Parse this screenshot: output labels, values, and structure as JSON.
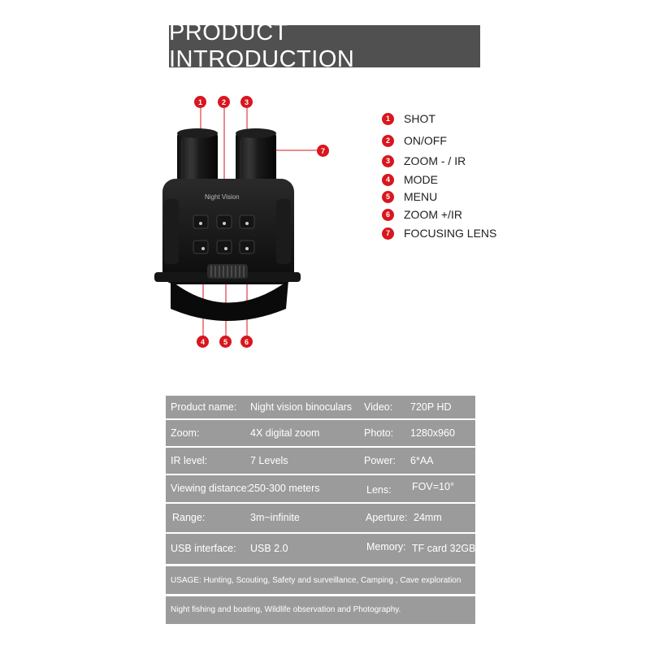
{
  "title": "PRODUCT INTRODUCTION",
  "device_label": "Night Vision",
  "callout_numbers": [
    "1",
    "2",
    "3",
    "4",
    "5",
    "6",
    "7"
  ],
  "legend": [
    {
      "num": "1",
      "label": "SHOT"
    },
    {
      "num": "2",
      "label": "ON/OFF"
    },
    {
      "num": "3",
      "label": "ZOOM - / IR"
    },
    {
      "num": "4",
      "label": "MODE"
    },
    {
      "num": "5",
      "label": "MENU"
    },
    {
      "num": "6",
      "label": "ZOOM +/IR"
    },
    {
      "num": "7",
      "label": "FOCUSING LENS"
    }
  ],
  "colors": {
    "accent_red": "#d9161e",
    "banner": "#505050",
    "spec_bg": "#9b9b9b"
  },
  "specs": [
    {
      "l1": "Product name:",
      "v1": "Night vision binoculars",
      "l2": "Video:",
      "v2": "720P HD"
    },
    {
      "l1": "Zoom:",
      "v1": "4X digital zoom",
      "l2": "Photo:",
      "v2": "1280x960"
    },
    {
      "l1": "IR level:",
      "v1": "7 Levels",
      "l2": "Power:",
      "v2": "6*AA"
    },
    {
      "l1": "Viewing distance:",
      "v1": "250-300 meters",
      "l2": "Lens:",
      "v2": "FOV=10°"
    },
    {
      "l1": "Range:",
      "v1": "3m~infinite",
      "l2": "Aperture:",
      "v2": "24mm"
    },
    {
      "l1": "USB interface:",
      "v1": "USB 2.0",
      "l2": "Memory:",
      "v2": "TF card 32GB"
    }
  ],
  "usage": [
    "USAGE: Hunting, Scouting, Safety and surveillance, Camping , Cave exploration",
    "Night fishing and boating, Wildlife observation and Photography."
  ]
}
